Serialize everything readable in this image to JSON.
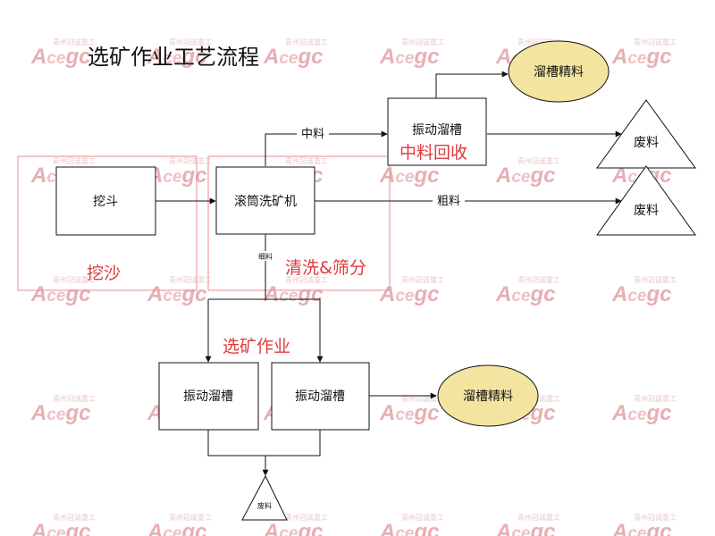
{
  "title": "选矿作业工艺流程",
  "watermark": {
    "top": "青州冠诚重工",
    "brand_a": "A",
    "brand_ce": "ce",
    "brand_gc": "gc"
  },
  "nodes": {
    "excavator": "挖斗",
    "trommel": "滚筒洗矿机",
    "sluice_top": "振动溜槽",
    "sluice_left": "振动溜槽",
    "sluice_right": "振动溜槽",
    "concentrate_top": "溜槽精料",
    "concentrate_bottom": "溜槽精料",
    "waste_1": "废料",
    "waste_2": "废料",
    "waste_3": "废料"
  },
  "edge_labels": {
    "medium": "中料",
    "coarse": "粗料",
    "fine": "细料"
  },
  "region_labels": {
    "digging": "挖沙",
    "washing": "清洗&筛分",
    "medium_recovery": "中料回收",
    "beneficiation": "选矿作业"
  },
  "colors": {
    "red": "#e0393e",
    "region_border": "#e98a8d",
    "ellipse_fill": "#f3e4a0",
    "line": "#111111"
  }
}
